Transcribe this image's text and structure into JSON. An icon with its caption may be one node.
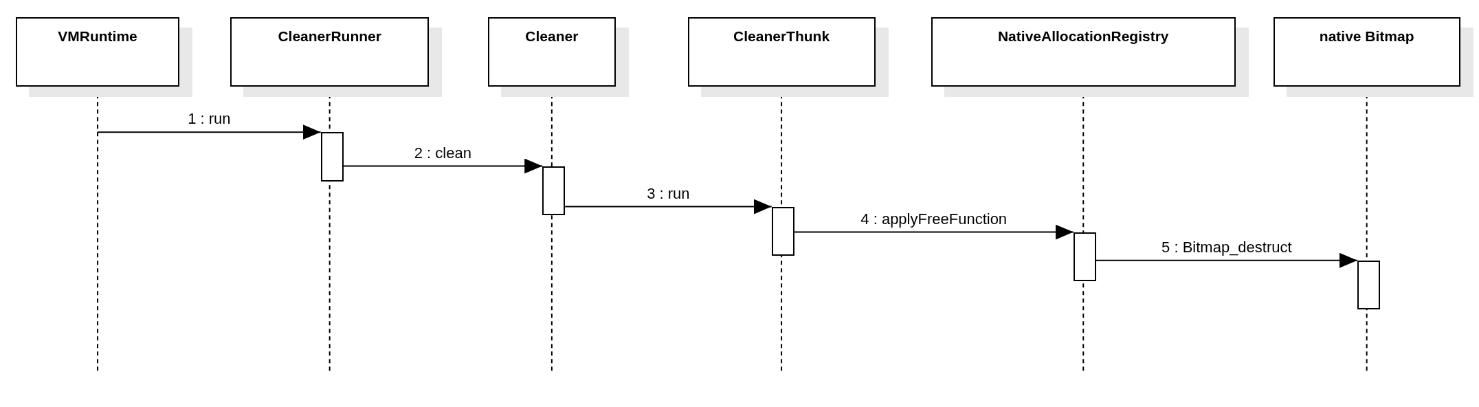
{
  "diagram": {
    "nodes": [
      {
        "text": [
          "VMRuntime"
        ]
      },
      {
        "text": [
          "CleanerRunner"
        ]
      },
      {
        "text": [
          "Cleaner"
        ]
      },
      {
        "text": [
          "CleanerThunk"
        ]
      },
      {
        "text": [
          "NativeAllocationRegistry"
        ]
      },
      {
        "text": [
          "native Bitmap"
        ]
      },
      {
        "text": [],
        "shape": "box"
      },
      {
        "text": [],
        "shape": "box"
      },
      {
        "text": [],
        "shape": "box"
      },
      {
        "text": [],
        "shape": "box"
      },
      {
        "text": [],
        "shape": "box"
      }
    ],
    "edges": [
      {
        "from": 0,
        "to": 6,
        "arrow": "to",
        "label": "1 : run"
      },
      {
        "from": 6,
        "to": 7,
        "arrow": "to",
        "label": "2 : clean"
      },
      {
        "from": 7,
        "to": 8,
        "arrow": "to",
        "label": "3 : run"
      },
      {
        "from": 8,
        "to": 9,
        "arrow": "to",
        "label": "4 : applyFreeFunction"
      },
      {
        "from": 9,
        "to": 10,
        "arrow": "to",
        "label": "5 : Bitmap_destruct"
      }
    ]
  }
}
